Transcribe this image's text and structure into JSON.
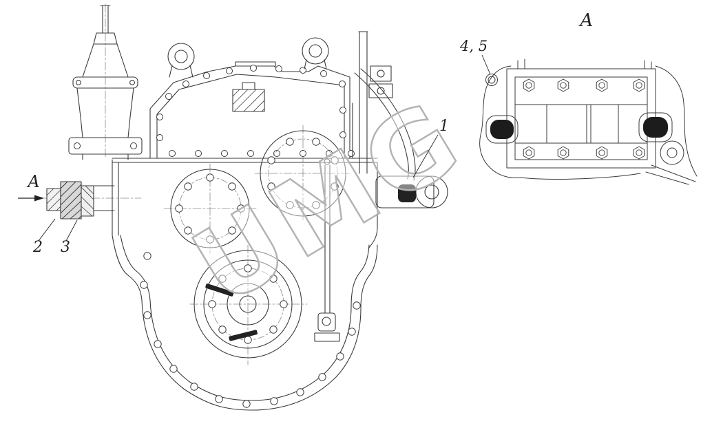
{
  "drawing": {
    "watermark": "UMG",
    "main_view": {
      "view_direction_label": "А",
      "callout_1": "1",
      "callout_2": "2",
      "callout_3": "3"
    },
    "detail_view": {
      "title": "А",
      "callout_4_5": "4, 5"
    }
  }
}
